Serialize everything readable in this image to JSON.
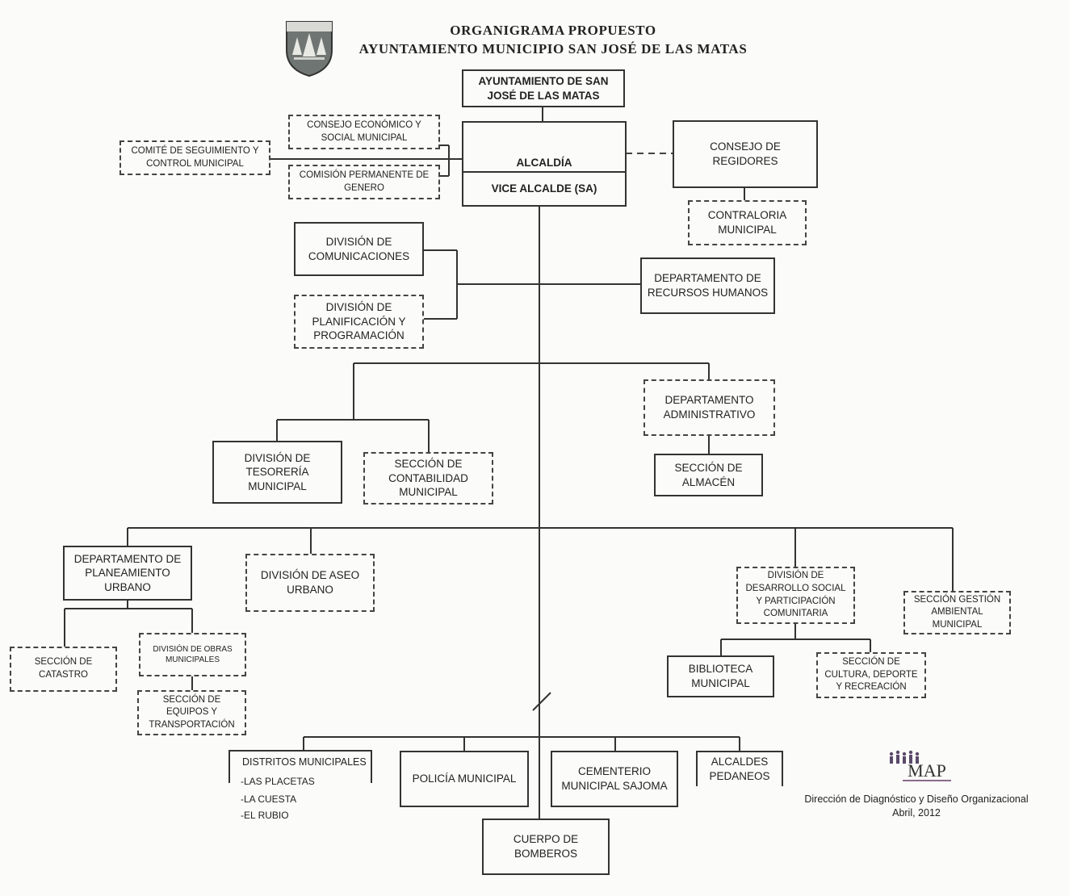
{
  "header": {
    "title_line1": "ORGANIGRAMA PROPUESTO",
    "title_line2": "AYUNTAMIENTO MUNICIPIO  SAN JOSÉ DE LAS MATAS"
  },
  "units": {
    "ayuntamiento": "AYUNTAMIENTO DE SAN JOSÉ DE LAS MATAS",
    "consejo_economico": "CONSEJO ECONÓMICO Y SOCIAL MUNICIPAL",
    "comite_seguimiento": "COMITÉ DE SEGUIMIENTO Y CONTROL  MUNICIPAL",
    "comision_genero": "COMISIÓN PERMANENTE DE GENERO",
    "alcaldia": "ALCALDÍA",
    "vice_alcalde": "VICE ALCALDE (SA)",
    "consejo_regidores": "CONSEJO DE REGIDORES",
    "contraloria": "CONTRALORIA MUNICIPAL",
    "div_comunicaciones": "DIVISIÓN DE COMUNICACIONES",
    "div_planificacion": "DIVISIÓN DE PLANIFICACIÓN Y PROGRAMACIÓN",
    "dep_rrhh": "DEPARTAMENTO DE RECURSOS HUMANOS",
    "dep_administrativo": "DEPARTAMENTO ADMINISTRATIVO",
    "div_tesoreria": "DIVISIÓN DE TESORERÍA MUNICIPAL",
    "sec_contabilidad": "SECCIÓN DE CONTABILIDAD MUNICIPAL",
    "sec_almacen": "SECCIÓN DE ALMACÉN",
    "dep_planeamiento": "DEPARTAMENTO DE PLANEAMIENTO URBANO",
    "div_aseo": "DIVISIÓN DE ASEO URBANO",
    "div_desarrollo_social": "DIVISIÓN DE DESARROLLO SOCIAL Y PARTICIPACIÓN COMUNITARIA",
    "sec_gestion_ambiental": "SECCIÓN  GESTIÓN AMBIENTAL MUNICIPAL",
    "sec_catastro": "SECCIÓN DE CATASTRO",
    "div_obras": "DIVISIÓN DE OBRAS MUNICIPALES",
    "sec_equipos": "SECCIÓN DE EQUIPOS Y TRANSPORTACIÓN",
    "biblioteca": "BIBLIOTECA MUNICIPAL",
    "sec_cultura": "SECCIÓN DE CULTURA, DEPORTE Y RECREACIÓN",
    "policia": "POLICÍA MUNICIPAL",
    "cementerio": "CEMENTERIO MUNICIPAL SAJOMA",
    "alcaldes_pedaneos": "ALCALDES PEDANEOS",
    "bomberos": "CUERPO DE BOMBEROS"
  },
  "distritos": {
    "title": "DISTRITOS  MUNICIPALES",
    "items": [
      "-LAS PLACETAS",
      "-LA CUESTA",
      "-EL RUBIO"
    ]
  },
  "map_logo_text": "MAP",
  "footer": {
    "line1": "Dirección de Diagnóstico y Diseño Organizacional",
    "line2": "Abril, 2012"
  }
}
